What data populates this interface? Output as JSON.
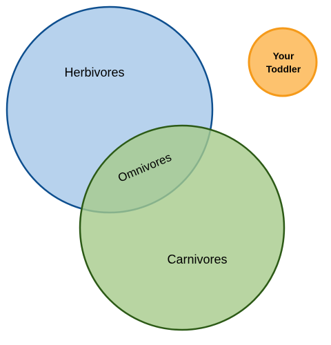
{
  "diagram": {
    "herbivores": {
      "label": "Herbivores",
      "fill": "#9fc3e7",
      "stroke": "#0e4f8f"
    },
    "carnivores": {
      "label": "Carnivores",
      "fill": "#a6cb8b",
      "stroke": "#2c5a16"
    },
    "omnivores": {
      "label": "Omnivores",
      "text_color": "#2a2a7a"
    },
    "toddler": {
      "label_line1": "Your",
      "label_line2": "Toddler",
      "fill": "#fdc26e",
      "stroke": "#f59a1a"
    }
  }
}
